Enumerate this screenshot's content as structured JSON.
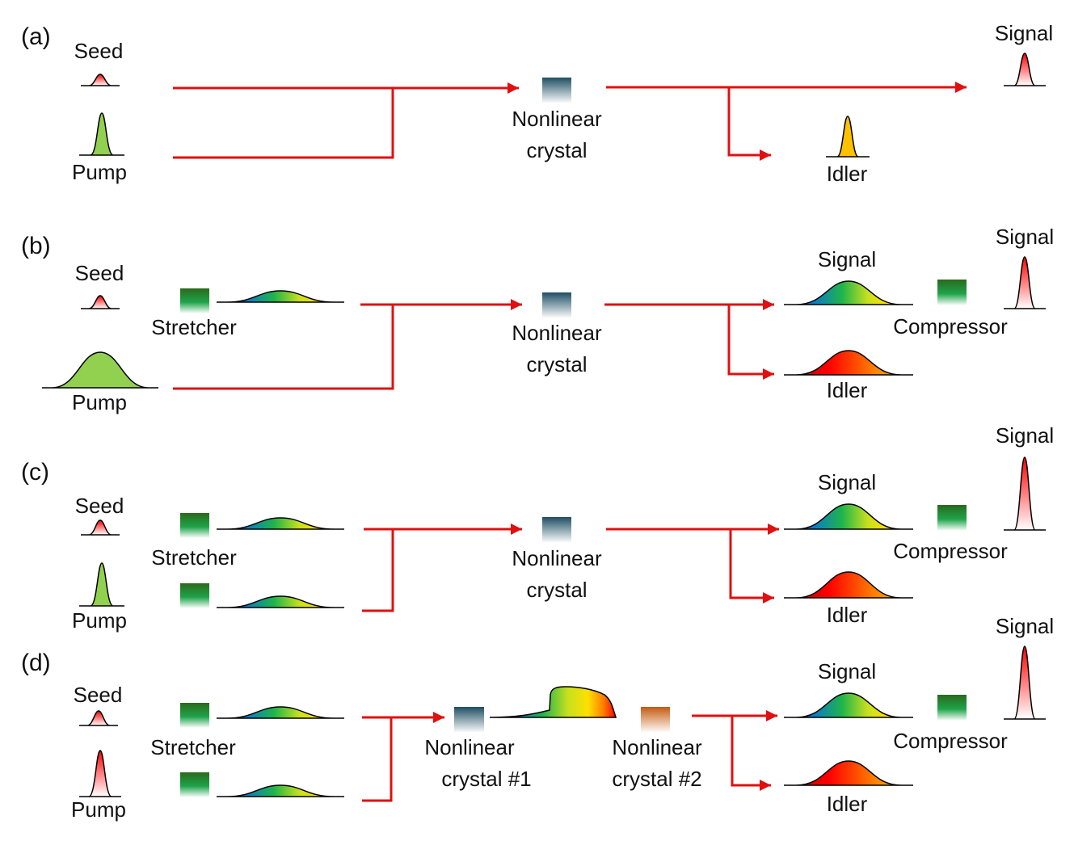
{
  "panels": [
    {
      "label": "(a)",
      "seed": "Seed",
      "pump": "Pump",
      "crystal": [
        "Nonlinear",
        "crystal"
      ],
      "idler": "Idler",
      "signal_out": "Signal"
    },
    {
      "label": "(b)",
      "seed": "Seed",
      "pump": "Pump",
      "stretcher": "Stretcher",
      "crystal": [
        "Nonlinear",
        "crystal"
      ],
      "signal_mid": "Signal",
      "idler": "Idler",
      "compressor": "Compressor",
      "signal_out": "Signal"
    },
    {
      "label": "(c)",
      "seed": "Seed",
      "pump": "Pump",
      "stretcher": "Stretcher",
      "crystal": [
        "Nonlinear",
        "crystal"
      ],
      "signal_mid": "Signal",
      "idler": "Idler",
      "compressor": "Compressor",
      "signal_out": "Signal"
    },
    {
      "label": "(d)",
      "seed": "Seed",
      "pump": "Pump",
      "stretcher": "Stretcher",
      "crystal1": [
        "Nonlinear",
        "crystal #1"
      ],
      "crystal2": [
        "Nonlinear",
        "crystal #2"
      ],
      "signal_mid": "Signal",
      "idler": "Idler",
      "compressor": "Compressor",
      "signal_out": "Signal"
    }
  ],
  "colors": {
    "beam": "#e01010",
    "pump_green": "#92d050",
    "seed_red": "#ff0000",
    "idler_yellow": "#ffc000",
    "crystal_blue": "#1f4e63",
    "crystal_orange": "#c55a11",
    "stretcher_green": "#2e6b1f"
  }
}
